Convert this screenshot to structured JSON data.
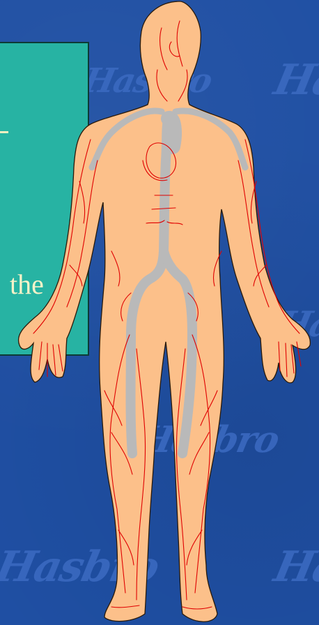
{
  "slide": {
    "background_color": "#1f4fa3",
    "watermarks": [
      {
        "text": "Hasbro"
      },
      {
        "text": "Hasbro"
      },
      {
        "text": "Hasbro"
      },
      {
        "text": "Hasbro"
      },
      {
        "text": "Hasbro"
      },
      {
        "text": "Hasbro"
      }
    ],
    "text_box": {
      "visible_text": "the",
      "fill_color": "#27b3a3",
      "text_color": "#f7f2c8"
    },
    "figure": {
      "skin_color": "#fcc08a",
      "vessel_color": "#e00000",
      "aorta_color": "#b9b9b9"
    }
  }
}
